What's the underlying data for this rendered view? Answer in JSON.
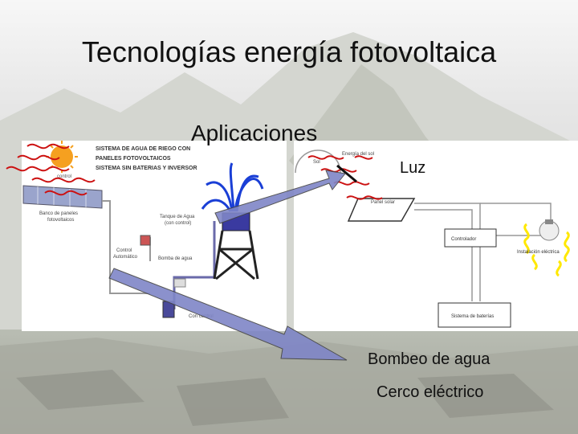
{
  "slide": {
    "title": "Tecnologías energía fotovoltaica",
    "subtitle": "Aplicaciones"
  },
  "labels": {
    "luz": "Luz",
    "bombeo": "Bombeo de agua",
    "cerco": "Cerco eléctrico"
  },
  "left_diagram": {
    "heading_lines": [
      "SISTEMA DE AGUA DE RIEGO CON",
      "PANELES FOTOVOLTAICOS",
      "SISTEMA SIN BATERIAS Y INVERSOR"
    ],
    "bank_label_lines": [
      "Banco de paneles",
      "fotovoltaicos"
    ],
    "tank_label_lines": [
      "Tanque de Agua",
      "(con control)"
    ],
    "control_label_lines": [
      "Control",
      "Automático"
    ],
    "pump_label": "Bomba de agua",
    "tank_bottom_label": "Con control",
    "sun_small_label": "control"
  },
  "right_diagram": {
    "sun_label": "Sol",
    "energy_label": "Energía del sol",
    "panel_label": "Panel solar",
    "controller_label": "Controlador",
    "battery_label": "Sistema de baterías",
    "installation_label": "Instalación eléctrica"
  },
  "colors": {
    "accent_arrow": "#7f86c7",
    "wave_red": "#cc1111",
    "fountain_blue": "#1a3fd6",
    "glow_yellow": "#ffe800"
  }
}
